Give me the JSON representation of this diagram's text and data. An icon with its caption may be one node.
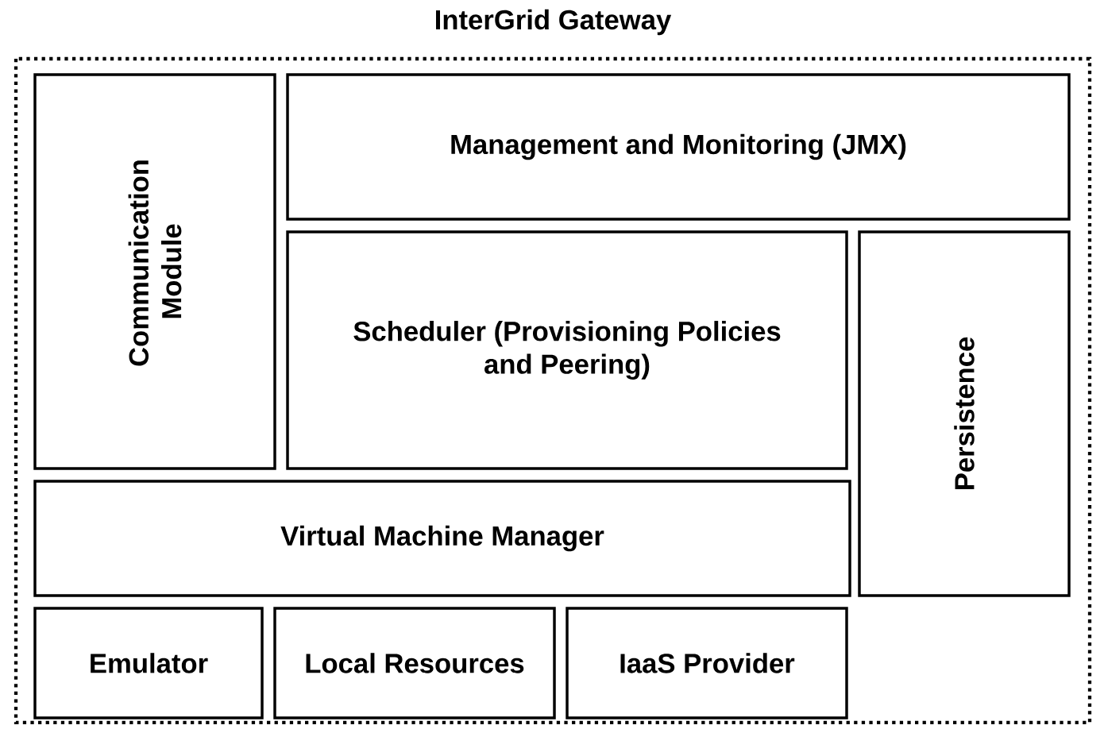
{
  "diagram": {
    "nodes": [
      {
        "text": [
          "InterGrid Gateway"
        ]
      },
      {
        "text": [
          "Communication Module"
        ],
        "in": 0
      },
      {
        "text": [
          "Management and Monitoring (JMX)"
        ],
        "in": 0
      },
      {
        "text": [
          "Scheduler (Provisioning Policies and Peering)"
        ],
        "in": 0
      },
      {
        "text": [
          "Persistence"
        ],
        "in": 0
      },
      {
        "text": [
          "Virtual Machine Manager"
        ],
        "in": 0
      },
      {
        "text": [
          "Emulator"
        ],
        "in": 0
      },
      {
        "text": [
          "Local Resources"
        ],
        "in": 0
      },
      {
        "text": [
          "IaaS Provider"
        ],
        "in": 0
      }
    ]
  }
}
